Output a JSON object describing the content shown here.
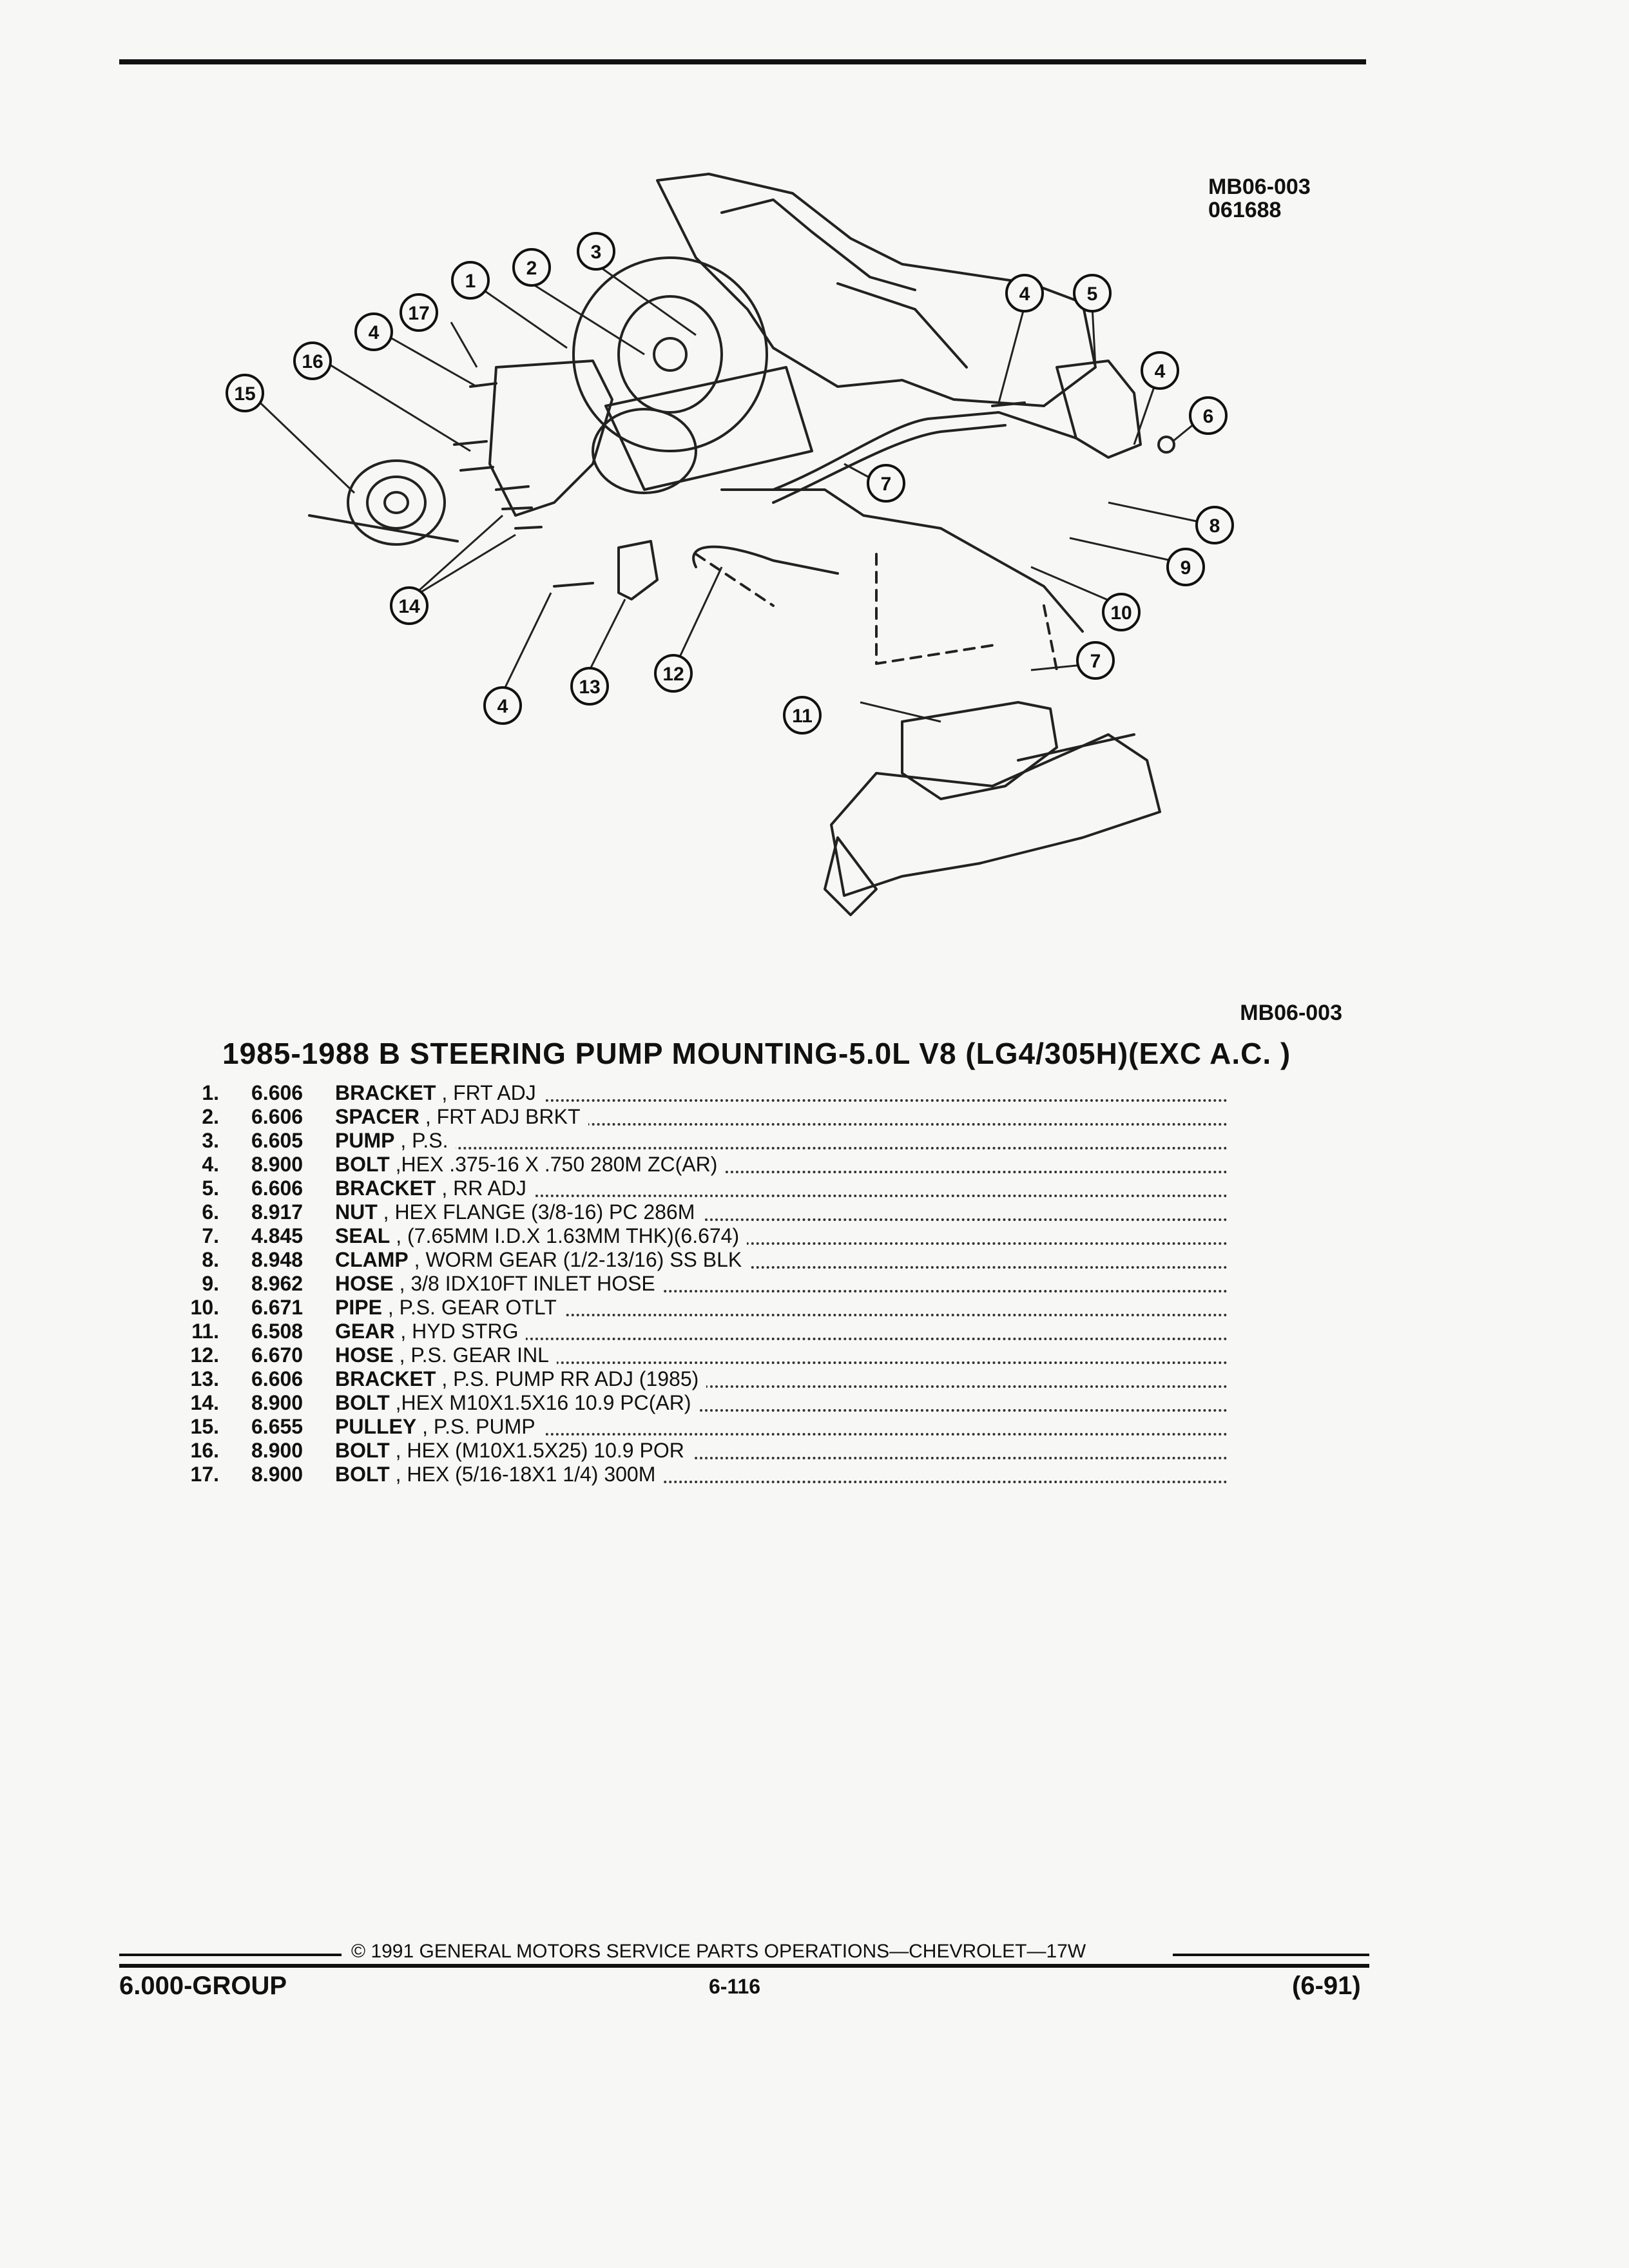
{
  "figure_id": [
    "MB06-003",
    "061688"
  ],
  "diagram_ref": "MB06-003",
  "title": "1985-1988 B STEERING PUMP MOUNTING-5.0L V8 (LG4/305H)(EXC A.C. )",
  "callouts": [
    "1",
    "2",
    "3",
    "4",
    "5",
    "4",
    "6",
    "17",
    "16",
    "15",
    "7",
    "8",
    "9",
    "10",
    "14",
    "4",
    "13",
    "12",
    "11",
    "7"
  ],
  "parts": [
    {
      "num": "1.",
      "code": "6.606",
      "name": "BRACKET",
      "spec": ", FRT ADJ"
    },
    {
      "num": "2.",
      "code": "6.606",
      "name": "SPACER",
      "spec": ", FRT ADJ BRKT"
    },
    {
      "num": "3.",
      "code": "6.605",
      "name": "PUMP",
      "spec": ", P.S."
    },
    {
      "num": "4.",
      "code": "8.900",
      "name": "BOLT",
      "spec": ",HEX .375-16 X .750 280M ZC(AR)"
    },
    {
      "num": "5.",
      "code": "6.606",
      "name": "BRACKET",
      "spec": ", RR ADJ"
    },
    {
      "num": "6.",
      "code": "8.917",
      "name": "NUT",
      "spec": ", HEX FLANGE (3/8-16) PC 286M"
    },
    {
      "num": "7.",
      "code": "4.845",
      "name": "SEAL",
      "spec": ", (7.65MM I.D.X 1.63MM THK)(6.674)"
    },
    {
      "num": "8.",
      "code": "8.948",
      "name": "CLAMP",
      "spec": ", WORM GEAR (1/2-13/16) SS BLK"
    },
    {
      "num": "9.",
      "code": "8.962",
      "name": "HOSE",
      "spec": ", 3/8 IDX10FT INLET HOSE"
    },
    {
      "num": "10.",
      "code": "6.671",
      "name": "PIPE",
      "spec": ", P.S. GEAR OTLT"
    },
    {
      "num": "11.",
      "code": "6.508",
      "name": "GEAR",
      "spec": ", HYD STRG"
    },
    {
      "num": "12.",
      "code": "6.670",
      "name": "HOSE",
      "spec": ", P.S. GEAR INL"
    },
    {
      "num": "13.",
      "code": "6.606",
      "name": "BRACKET",
      "spec": ", P.S. PUMP RR ADJ (1985)"
    },
    {
      "num": "14.",
      "code": "8.900",
      "name": "BOLT",
      "spec": ",HEX M10X1.5X16 10.9 PC(AR)"
    },
    {
      "num": "15.",
      "code": "6.655",
      "name": "PULLEY",
      "spec": ", P.S. PUMP"
    },
    {
      "num": "16.",
      "code": "8.900",
      "name": "BOLT",
      "spec": ", HEX (M10X1.5X25) 10.9 POR"
    },
    {
      "num": "17.",
      "code": "8.900",
      "name": "BOLT",
      "spec": ", HEX (5/16-18X1 1/4) 300M"
    }
  ],
  "footer": {
    "copyright": "© 1991 GENERAL MOTORS SERVICE PARTS OPERATIONS—CHEVROLET—17W",
    "group": "6.000-GROUP",
    "page": "6-116",
    "revision": "(6-91)"
  }
}
